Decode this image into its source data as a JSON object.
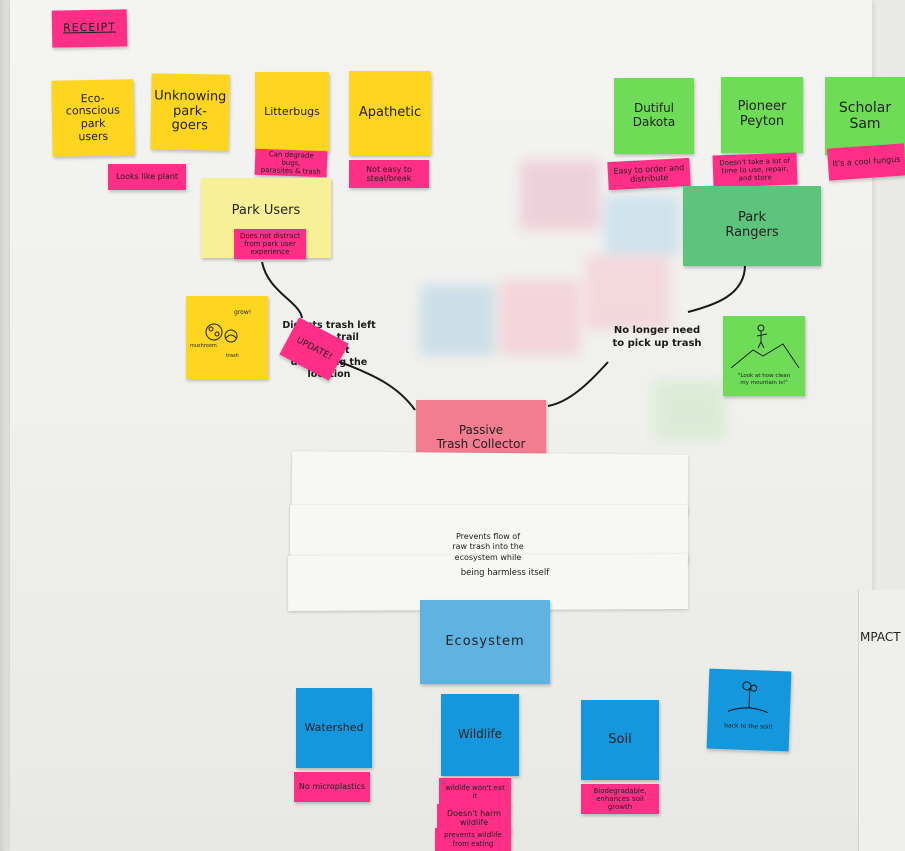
{
  "receipt": "RECEIPT",
  "users": [
    {
      "label": "Eco-\nconscious\npark\nusers",
      "note": "Looks like plant"
    },
    {
      "label": "Unknowing\npark-\ngoers",
      "note": ""
    },
    {
      "label": "Litterbugs",
      "note": "Can degrade bugs,\nparasites & trash"
    },
    {
      "label": "Apathetic",
      "note": "Not easy to\nsteal/break"
    }
  ],
  "rangers": [
    {
      "label": "Dutiful\nDakota",
      "note": "Easy to order and\ndistribute"
    },
    {
      "label": "Pioneer\nPeyton",
      "note": "Doesn't take a lot of\ntime to use, repair,\nand store"
    },
    {
      "label": "Scholar\nSam",
      "note": "It's a cool fungus"
    }
  ],
  "park_users": {
    "title": "Park Users",
    "note": "Does not distract\nfrom park user\nexperience"
  },
  "park_rangers": {
    "title": "Park\nRangers"
  },
  "sketch_left": {
    "growl": "grow!",
    "mushroom": "mushroom",
    "trash": "trash"
  },
  "sketch_right": {
    "caption": "\"Look at how clean\nmy mountain is!\""
  },
  "update_label": "UPDATE!",
  "left_branch": "Digests trash left\non the trail without\ndisturbing the location",
  "right_branch": "No longer need\nto pick up trash",
  "center": "Passive\nTrash Collector",
  "flow_text": "Prevents flow of\nraw trash into the\necosystem while",
  "flow_text2": "being harmless itself",
  "ecosystem": "Ecosystem",
  "eco_items": [
    {
      "label": "Watershed",
      "notes": [
        "No microplastics"
      ]
    },
    {
      "label": "Wildlife",
      "notes": [
        "wildlife won't eat\nit",
        "Doesn't harm\nwildlife",
        "prevents wildlife\nfrom eating"
      ]
    },
    {
      "label": "Soil",
      "notes": [
        "Biodegradable,\nenhances soil growth"
      ]
    }
  ],
  "back_to_soil": "back to the soil!",
  "impact": "MPACT"
}
